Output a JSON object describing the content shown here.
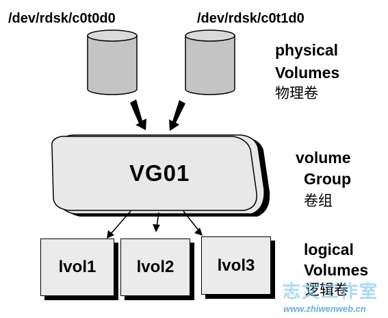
{
  "physical_volumes": {
    "disk_1": "/dev/rdsk/c0t0d0",
    "disk_2": "/dev/rdsk/c0t1d0",
    "label_line1": "physical",
    "label_line2": "Volumes",
    "label_cn": "物理卷"
  },
  "volume_group": {
    "name": "VG01",
    "label_line1": "volume",
    "label_line2": "Group",
    "label_cn": "卷组"
  },
  "logical_volumes": {
    "items": [
      {
        "name": "lvol1"
      },
      {
        "name": "lvol2"
      },
      {
        "name": "lvol3"
      }
    ],
    "label_line1": "logical",
    "label_line2": "Volumes",
    "label_cn": "逻辑卷"
  },
  "watermark": {
    "chars": "志文工作室",
    "url": "www.zhiwenweb.cn"
  },
  "colors": {
    "cylinder_fill": "#c4c4c4",
    "vg_fill": "#e8e8e8",
    "lv_fill": "#ebebeb",
    "outline": "#000000",
    "watermark": "#6aaee0"
  }
}
